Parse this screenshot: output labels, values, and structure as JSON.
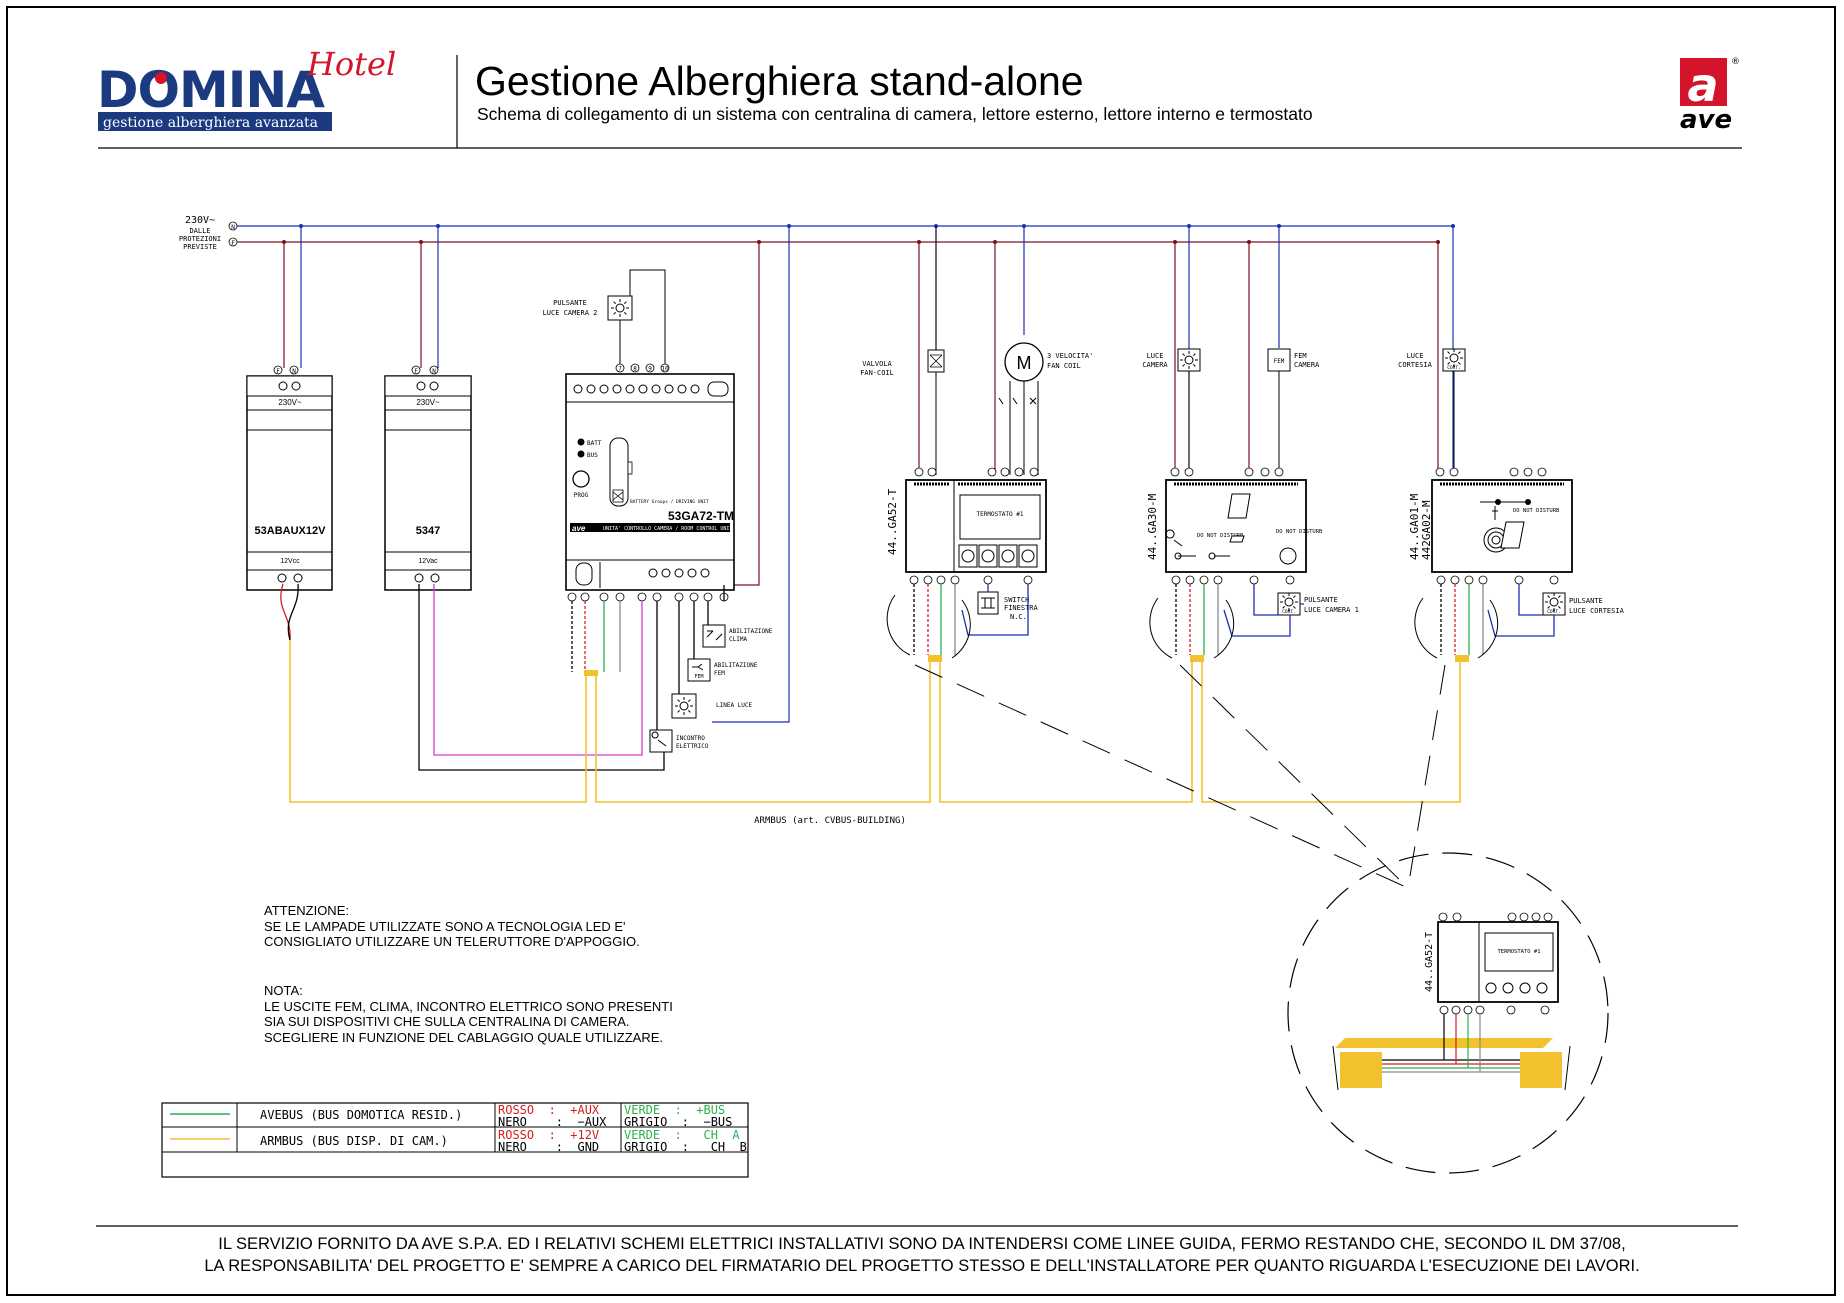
{
  "header": {
    "logo": {
      "brand": "DOMINA",
      "script": "Hotel",
      "tagline": "gestione alberghiera avanzata"
    },
    "title": "Gestione Alberghiera stand-alone",
    "subtitle": "Schema di collegamento di un sistema con centralina di camera, lettore esterno, lettore interno e termostato",
    "ave_logo": {
      "letter": "a",
      "name": "ave",
      "reg": "®"
    }
  },
  "power": {
    "label_main": "230V~",
    "label_sub1": "DALLE",
    "label_sub2": "PROTEZIONI",
    "label_sub3": "PREVISTE",
    "n": "N",
    "f": "F"
  },
  "psu1": {
    "model": "53ABAUX12V",
    "input": "230V~",
    "output": "12Vcc",
    "term_f": "F",
    "term_n": "N"
  },
  "psu2": {
    "model": "5347",
    "input": "230V~",
    "output": "12Vac",
    "term_f": "F",
    "term_n": "N"
  },
  "controller": {
    "model": "53GA72-TM",
    "batt": "BATT",
    "bus": "BUS",
    "prog": "PROG",
    "desc": "UNITA' CONTROLLO CAMERA / ROOM CONTROL UNIT",
    "battery_note": "BATTERY Groups / DRIVING UNIT",
    "top_terms": [
      "7",
      "8",
      "9",
      "10"
    ],
    "pulsante": "PULSANTE",
    "pulsante2": "LUCE CAMERA 2",
    "abil_clima1": "ABILITAZIONE",
    "abil_clima2": "CLIMA",
    "abil_fem1": "ABILITAZIONE",
    "abil_fem2": "FEM",
    "linea_luce": "LINEA LUCE",
    "incontro1": "INCONTRO",
    "incontro2": "ELETTRICO",
    "fem_tag": "FEM"
  },
  "thermostat": {
    "model": "44..GA52-T",
    "display": "TERMOSTATO #1",
    "valvola1": "VALVOLA",
    "valvola2": "FAN-COIL",
    "motor": "M",
    "vel1": "3 VELOCITA'",
    "vel2": "FAN COIL",
    "switch1": "SWITCH",
    "switch2": "FINESTRA",
    "switch3": "N.C."
  },
  "reader_ext": {
    "model": "44..GA30-M",
    "dnd": "DO NOT DISTURB",
    "luce1": "LUCE",
    "luce2": "CAMERA",
    "fem1": "FEM",
    "fem2": "CAMERA",
    "fem_tag": "FEM",
    "pulsante1": "PULSANTE",
    "pulsante2": "LUCE CAMERA 1",
    "cort_tag": "CORT."
  },
  "reader_int": {
    "model1": "44..GA01-M",
    "model2": "442GA02-M",
    "dnd": "DO NOT DISTURB",
    "luce1": "LUCE",
    "luce2": "CORTESIA",
    "cort_tag": "CORT.",
    "pulsante1": "PULSANTE",
    "pulsante2": "LUCE CORTESIA"
  },
  "bus_label": "ARMBUS (art. CVBUS-BUILDING)",
  "detail": {
    "model": "44..GA52-T",
    "display": "TERMOSTATO #1"
  },
  "notes": {
    "attenzione": [
      "ATTENZIONE:",
      "SE LE LAMPADE UTILIZZATE SONO A TECNOLOGIA LED E'",
      "CONSIGLIATO UTILIZZARE UN TELERUTTORE D'APPOGGIO."
    ],
    "nota": [
      "NOTA:",
      "LE USCITE FEM, CLIMA, INCONTRO ELETTRICO SONO PRESENTI",
      "SIA SUI DISPOSITIVI CHE SULLA CENTRALINA DI CAMERA.",
      "SCEGLIERE IN FUNZIONE DEL CABLAGGIO QUALE UTILIZZARE."
    ]
  },
  "legend": [
    {
      "color": "#2bb24c",
      "name": "AVEBUS (BUS DOMOTICA RESID.)",
      "r1": "ROSSO  :  +AUX",
      "r2": "NERO    :  −AUX",
      "g1": "VERDE  :  +BUS",
      "g2": "GRIGIO  :  −BUS"
    },
    {
      "color": "#f2c12e",
      "name": "ARMBUS (BUS DISP. DI CAM.)",
      "r1": "ROSSO  :  +12V",
      "r2": "NERO    :  GND",
      "g1": "VERDE  :   CH  A",
      "g2": "GRIGIO  :   CH  B"
    }
  ],
  "colors": {
    "phase": "#7a1020",
    "neutral": "#1c2fb5",
    "bus": "#f2c12e",
    "magenta": "#d23ad2",
    "red": "#d21f1f",
    "green": "#2bb24c",
    "grey": "#8a8a8a",
    "navy": "#1c3a80",
    "ave_red": "#d3142a"
  },
  "footer": [
    "IL SERVIZIO FORNITO DA AVE S.P.A. ED I RELATIVI SCHEMI ELETTRICI INSTALLATIVI SONO DA INTENDERSI COME LINEE GUIDA, FERMO RESTANDO CHE, SECONDO IL DM 37/08,",
    "LA RESPONSABILITA' DEL PROGETTO E' SEMPRE A CARICO DEL FIRMATARIO DEL PROGETTO STESSO E DELL'INSTALLATORE PER QUANTO RIGUARDA L'ESECUZIONE DEI LAVORI."
  ]
}
